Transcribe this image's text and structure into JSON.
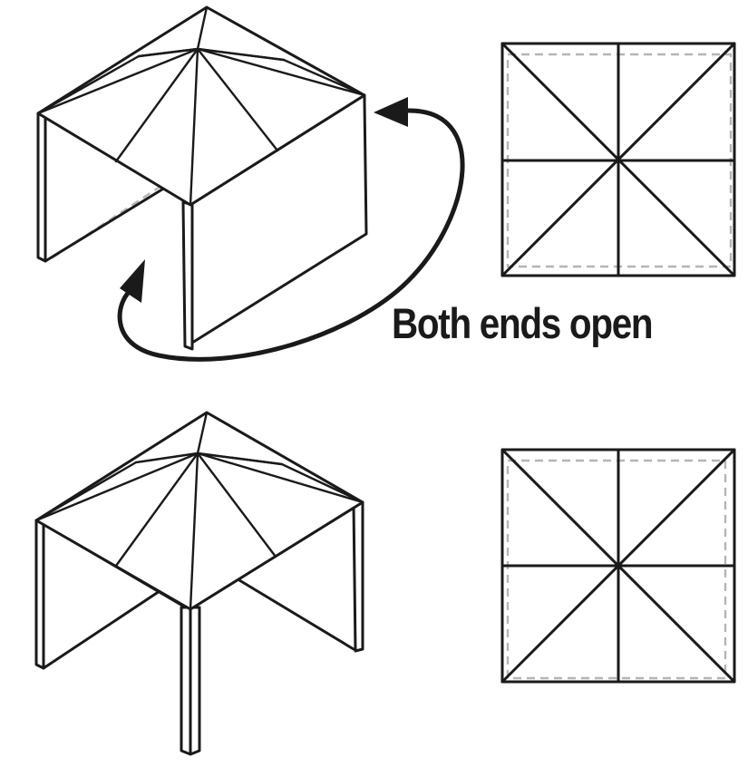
{
  "caption": "Both ends open",
  "figure_ids": {
    "top_tent": "tent-both-ends-open",
    "top_plan": "plan-view-top",
    "bottom_tent": "tent-corner-open",
    "bottom_plan": "plan-view-bottom"
  },
  "colors": {
    "line": "#1a1a1a",
    "hidden_edge": "#b5b5b5",
    "background": "#ffffff"
  }
}
